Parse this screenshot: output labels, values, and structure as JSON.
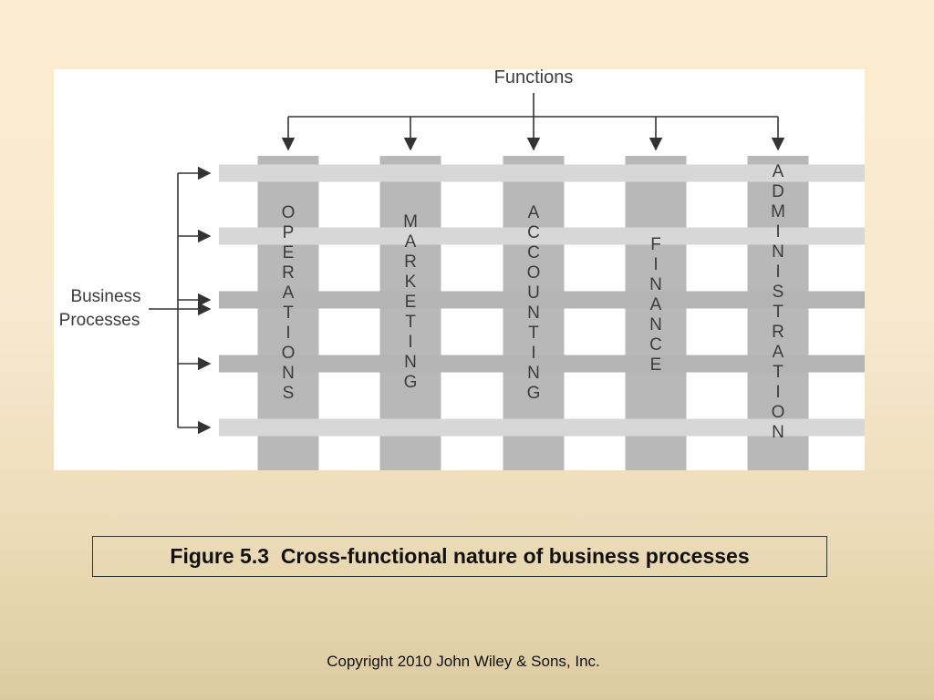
{
  "figure": {
    "top_label": "Functions",
    "side_label_lines": [
      "Business",
      "Processes"
    ],
    "columns": [
      {
        "name": "OPERATIONS"
      },
      {
        "name": "MARKETING"
      },
      {
        "name": "ACCOUNTING"
      },
      {
        "name": "FINANCE"
      },
      {
        "name": "ADMINISTRATION"
      }
    ],
    "process_rows": 5,
    "colors": {
      "column": "#b8b8b8",
      "row_light": "#d7d7d7",
      "row_dark": "#b4b4b4",
      "arrow": "#333333",
      "text": "#3c3c3c"
    }
  },
  "caption": "Figure 5.3  Cross-functional nature of business processes",
  "copyright": "Copyright 2010 John Wiley & Sons, Inc."
}
